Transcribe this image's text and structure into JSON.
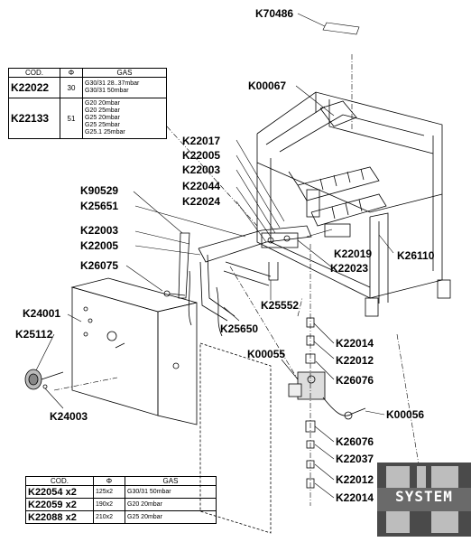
{
  "callouts": [
    {
      "id": "K70486"
    },
    {
      "id": "K00067"
    },
    {
      "id": "K22017"
    },
    {
      "id": "K22005"
    },
    {
      "id": "K22003"
    },
    {
      "id": "K22044"
    },
    {
      "id": "K22024"
    },
    {
      "id": "K90529"
    },
    {
      "id": "K25651"
    },
    {
      "id": "K22003"
    },
    {
      "id": "K22005"
    },
    {
      "id": "K26075"
    },
    {
      "id": "K24001"
    },
    {
      "id": "K25112"
    },
    {
      "id": "K24003"
    },
    {
      "id": "K25650"
    },
    {
      "id": "K25552"
    },
    {
      "id": "K22019"
    },
    {
      "id": "K22023"
    },
    {
      "id": "K26110"
    },
    {
      "id": "K22014"
    },
    {
      "id": "K22012"
    },
    {
      "id": "K00055"
    },
    {
      "id": "K26076"
    },
    {
      "id": "K00056"
    },
    {
      "id": "K26076"
    },
    {
      "id": "K22037"
    },
    {
      "id": "K22012"
    },
    {
      "id": "K22014"
    }
  ],
  "burner_table": {
    "headers": {
      "code": "COD.",
      "phi": "Φ",
      "gas": "GAS"
    },
    "rows": [
      {
        "code": "K22022",
        "phi": "30",
        "gas": [
          "G30/31 28..37mbar",
          "G30/31 50mbar"
        ]
      },
      {
        "code": "K22133",
        "phi": "51",
        "gas": [
          "G20 20mbar",
          "G20 25mbar",
          "G25 20mbar",
          "G25 25mbar",
          "G25.1 25mbar"
        ]
      }
    ]
  },
  "injector_table": {
    "headers": {
      "code": "COD.",
      "phi": "Φ",
      "gas": "GAS"
    },
    "rows": [
      {
        "code": "K22054 x2",
        "phi": "125x2",
        "gas": "G30/31 50mbar"
      },
      {
        "code": "K22059 x2",
        "phi": "190x2",
        "gas": "G20 20mbar"
      },
      {
        "code": "K22088 x2",
        "phi": "210x2",
        "gas": "G25 20mbar"
      }
    ]
  },
  "logo": {
    "text": "SYSTEM",
    "colors": {
      "dark": "#4a4a4a",
      "light": "#bdbdbd"
    }
  }
}
